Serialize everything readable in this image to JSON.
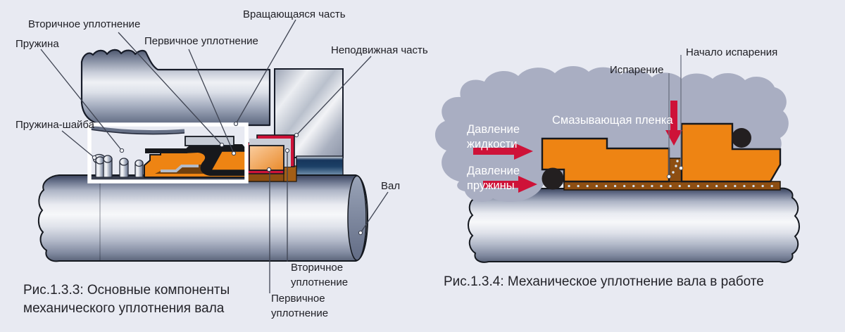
{
  "colors": {
    "background": "#E8EAF2",
    "orange": "#EE8413",
    "film_brown": "#8D4E12",
    "accent_red": "#CE1238",
    "cloud_gray": "#A9AEC2",
    "label_text": "#1E1E24",
    "white": "#FFFFFF"
  },
  "figure_left": {
    "caption": [
      "Рис.1.3.3: Основные компоненты",
      "механического уплотнения вала"
    ],
    "labels": {
      "secondary_seal_top": "Вторичное уплотнение",
      "spring": "Пружина",
      "spring_washer": "Пружина-шайба",
      "primary_seal_top": "Первичное уплотнение",
      "rotating_part": "Вращающаяся часть",
      "stationary_part": "Неподвижная часть",
      "shaft": "Вал",
      "secondary_seal_bottom": [
        "Вторичное",
        "уплотнение"
      ],
      "primary_seal_bottom": [
        "Первичное",
        "уплотнение"
      ]
    }
  },
  "figure_right": {
    "caption": "Рис.1.3.4: Механическое уплотнение вала в работе",
    "labels": {
      "evaporation": "Испарение",
      "evaporation_start": "Начало испарения",
      "lubricating_film": "Смазывающая пленка",
      "liquid_pressure": [
        "Давление",
        "жидкости"
      ],
      "spring_pressure": [
        "Давление",
        "пружины"
      ]
    }
  }
}
